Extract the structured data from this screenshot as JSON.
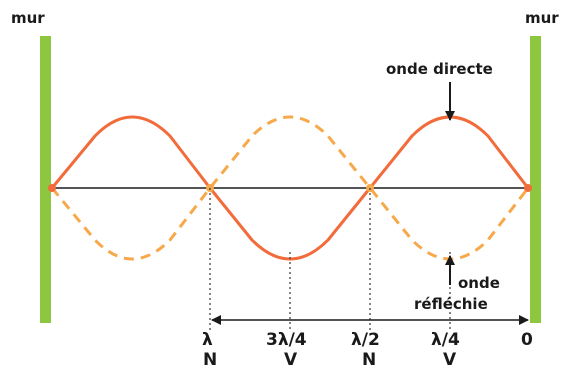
{
  "walls": {
    "left_label": "mur",
    "right_label": "mur",
    "color": "#8dc63f"
  },
  "waves": {
    "direct_label": "onde directe",
    "reflected_label_line1": "onde",
    "reflected_label_line2": "réfléchie",
    "direct_color": "#f26b3a",
    "reflected_color": "#f7a84a"
  },
  "positions": [
    {
      "value": "λ",
      "type": "N"
    },
    {
      "value": "3λ/4",
      "type": "V"
    },
    {
      "value": "λ/2",
      "type": "N"
    },
    {
      "value": "λ/4",
      "type": "V"
    },
    {
      "value": "0",
      "type": ""
    }
  ]
}
